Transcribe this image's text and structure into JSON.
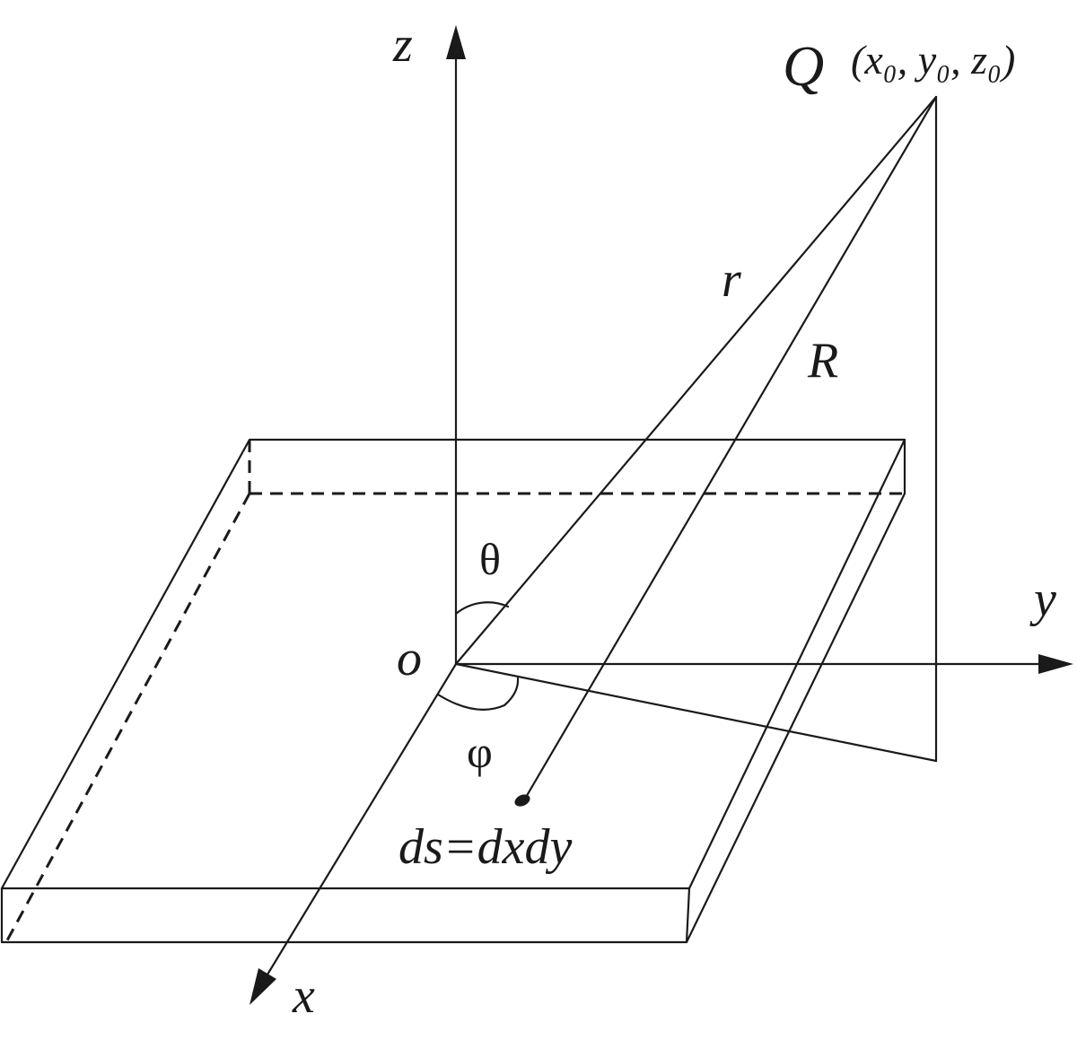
{
  "labels": {
    "z_axis": "z",
    "y_axis": "y",
    "x_axis": "x",
    "origin": "o",
    "point": "Q",
    "point_coords": "(x₀, y₀, z₀)",
    "r": "r",
    "R": "R",
    "theta": "θ",
    "phi": "φ",
    "element": "ds=dxdy"
  }
}
